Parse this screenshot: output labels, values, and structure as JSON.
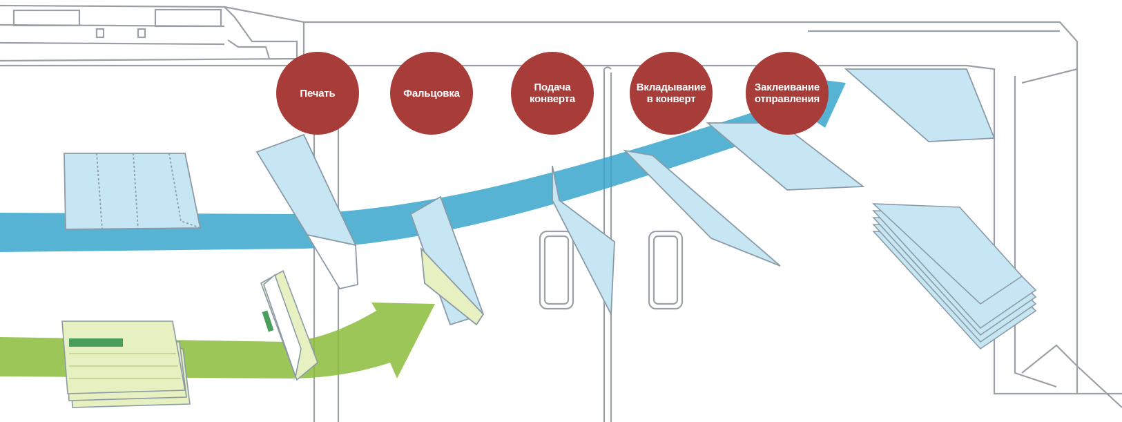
{
  "colors": {
    "step_circle": "#a83c38",
    "step_text": "#ffffff",
    "flow_blue": "#3aa6cc",
    "flow_green": "#8cbc3c",
    "sheet_fill": "#c7e6f4",
    "paper_fill": "#e6f0c0",
    "paper_bar": "#4a9e5c",
    "machine_line": "#9aa0a6"
  },
  "steps": [
    {
      "label": "Печать",
      "icon": "print-step"
    },
    {
      "label": "Фальцовка",
      "icon": "fold-step"
    },
    {
      "label": "Подача\nконверта",
      "icon": "envelope-feed-step"
    },
    {
      "label": "Вкладывание\nв конверт",
      "icon": "insert-step"
    },
    {
      "label": "Заклеивание\nотправления",
      "icon": "seal-step"
    }
  ],
  "flows": [
    {
      "name": "",
      "icon": "envelope-flow-arrow"
    },
    {
      "name": "",
      "icon": "paper-flow-arrow"
    }
  ]
}
